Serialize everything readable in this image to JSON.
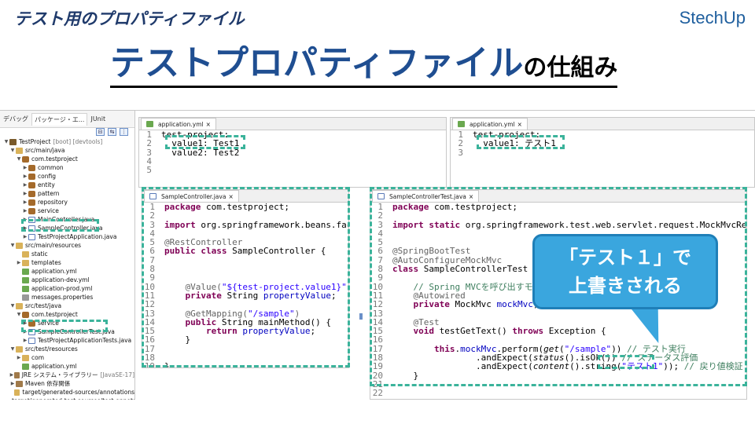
{
  "slide": {
    "subtitle": "テスト用のプロパティファイル",
    "logo": "StechUp",
    "title_main": "テストプロパティファイル",
    "title_suffix": "の仕組み",
    "callout": [
      "「テスト１」で",
      "上書きされる"
    ]
  },
  "explorer": {
    "tabs": [
      {
        "label": "デバッグ"
      },
      {
        "label": "パッケージ・エ...",
        "active": true
      },
      {
        "label": "JUnit"
      }
    ],
    "tree": [
      {
        "indent": 0,
        "arrow": "v",
        "icon": "proj",
        "label": "TestProject",
        "note": "[boot] [devtools]"
      },
      {
        "indent": 1,
        "arrow": "v",
        "icon": "folder",
        "label": "src/main/java"
      },
      {
        "indent": 2,
        "arrow": "v",
        "icon": "pkg",
        "label": "com.testproject"
      },
      {
        "indent": 3,
        "arrow": ">",
        "icon": "pkg",
        "label": "common"
      },
      {
        "indent": 3,
        "arrow": ">",
        "icon": "pkg",
        "label": "config"
      },
      {
        "indent": 3,
        "arrow": ">",
        "icon": "pkg",
        "label": "entity"
      },
      {
        "indent": 3,
        "arrow": ">",
        "icon": "pkg",
        "label": "pattern"
      },
      {
        "indent": 3,
        "arrow": ">",
        "icon": "pkg",
        "label": "repository"
      },
      {
        "indent": 3,
        "arrow": ">",
        "icon": "pkg",
        "label": "service"
      },
      {
        "indent": 3,
        "arrow": ">",
        "icon": "java",
        "label": "MainController.java"
      },
      {
        "indent": 3,
        "arrow": ">",
        "icon": "java",
        "label": "SampleController.java"
      },
      {
        "indent": 3,
        "arrow": ">",
        "icon": "java",
        "label": "TestProjectApplication.java"
      },
      {
        "indent": 1,
        "arrow": "v",
        "icon": "folder",
        "label": "src/main/resources"
      },
      {
        "indent": 2,
        "arrow": "",
        "icon": "folder",
        "label": "static"
      },
      {
        "indent": 2,
        "arrow": ">",
        "icon": "folder",
        "label": "templates"
      },
      {
        "indent": 2,
        "arrow": "",
        "icon": "yml",
        "label": "application.yml"
      },
      {
        "indent": 2,
        "arrow": "",
        "icon": "yml",
        "label": "application-dev.yml"
      },
      {
        "indent": 2,
        "arrow": "",
        "icon": "yml",
        "label": "application-prod.yml"
      },
      {
        "indent": 2,
        "arrow": "",
        "icon": "props",
        "label": "messages.properties"
      },
      {
        "indent": 1,
        "arrow": "v",
        "icon": "folder",
        "label": "src/test/java"
      },
      {
        "indent": 2,
        "arrow": "v",
        "icon": "pkg",
        "label": "com.testproject"
      },
      {
        "indent": 3,
        "arrow": ">",
        "icon": "pkg",
        "label": "service"
      },
      {
        "indent": 3,
        "arrow": ">",
        "icon": "java",
        "label": "SampleControllerTest.java"
      },
      {
        "indent": 3,
        "arrow": ">",
        "icon": "java",
        "label": "TestProjectApplicationTests.java"
      },
      {
        "indent": 1,
        "arrow": "v",
        "icon": "folder",
        "label": "src/test/resources"
      },
      {
        "indent": 2,
        "arrow": ">",
        "icon": "folder",
        "label": "com"
      },
      {
        "indent": 2,
        "arrow": "",
        "icon": "yml",
        "label": "application.yml"
      },
      {
        "indent": 1,
        "arrow": ">",
        "icon": "lib",
        "label": "JRE システム・ライブラリー",
        "note": "[JavaSE-17]"
      },
      {
        "indent": 1,
        "arrow": ">",
        "icon": "lib",
        "label": "Maven 依存関係"
      },
      {
        "indent": 1,
        "arrow": "",
        "icon": "folder",
        "label": "target/generated-sources/annotations"
      },
      {
        "indent": 1,
        "arrow": "",
        "icon": "folder",
        "label": "target/generated-test-sources/test-annotations"
      }
    ]
  },
  "editors": {
    "main_yml": {
      "tab": "application.yml",
      "lines": [
        [
          {
            "t": "test-project:",
            "c": "yaml-key"
          }
        ],
        [
          {
            "t": "  value1: Test1",
            "c": "yaml-key"
          }
        ],
        [
          {
            "t": "  value2: Test2",
            "c": "yaml-key"
          }
        ],
        [],
        []
      ]
    },
    "test_yml": {
      "tab": "application.yml",
      "lines": [
        [
          {
            "t": "test-project:",
            "c": "yaml-key"
          }
        ],
        [
          {
            "t": "  value1: テスト1",
            "c": "yaml-key"
          }
        ],
        []
      ]
    },
    "controller": {
      "tab": "SampleController.java",
      "lines": [
        [
          {
            "t": "package",
            "c": "kw"
          },
          {
            "t": " com.testproject;"
          }
        ],
        [],
        [
          {
            "t": "import",
            "c": "kw"
          },
          {
            "t": " org.springframework.beans.factory.annotation.Value;"
          }
        ],
        [],
        [
          {
            "t": "@RestController",
            "c": "an"
          }
        ],
        [
          {
            "t": "public",
            "c": "kw"
          },
          {
            "t": " "
          },
          {
            "t": "class",
            "c": "kw"
          },
          {
            "t": " SampleController {"
          }
        ],
        [],
        [],
        [],
        [
          {
            "t": "    "
          },
          {
            "t": "@Value(",
            "c": "an"
          },
          {
            "t": "\"${test-project.value1}\"",
            "c": "str"
          },
          {
            "t": ")",
            "c": "an"
          }
        ],
        [
          {
            "t": "    "
          },
          {
            "t": "private",
            "c": "kw"
          },
          {
            "t": " String "
          },
          {
            "t": "propertyValue",
            "c": "fd"
          },
          {
            "t": ";"
          }
        ],
        [],
        [
          {
            "t": "    "
          },
          {
            "t": "@GetMapping(",
            "c": "an"
          },
          {
            "t": "\"/sample\"",
            "c": "str"
          },
          {
            "t": ")",
            "c": "an"
          }
        ],
        [
          {
            "t": "    "
          },
          {
            "t": "public",
            "c": "kw"
          },
          {
            "t": " String mainMethod() {"
          }
        ],
        [
          {
            "t": "        "
          },
          {
            "t": "return",
            "c": "kw"
          },
          {
            "t": " "
          },
          {
            "t": "propertyValue",
            "c": "fd"
          },
          {
            "t": ";"
          }
        ],
        [
          {
            "t": "    }"
          }
        ],
        [],
        [],
        [
          {
            "t": "}"
          }
        ],
        []
      ]
    },
    "test": {
      "tab": "SampleControllerTest.java",
      "lines": [
        [
          {
            "t": "package",
            "c": "kw"
          },
          {
            "t": " com.testproject;"
          }
        ],
        [],
        [
          {
            "t": "import",
            "c": "kw"
          },
          {
            "t": " "
          },
          {
            "t": "static",
            "c": "kw"
          },
          {
            "t": " org.springframework.test.web.servlet.request.MockMvcRequestBuilders.*;"
          }
        ],
        [],
        [],
        [
          {
            "t": "@SpringBootTest",
            "c": "an"
          }
        ],
        [
          {
            "t": "@AutoConfigureMockMvc",
            "c": "an"
          }
        ],
        [
          {
            "t": "class",
            "c": "kw"
          },
          {
            "t": " SampleControllerTest {"
          }
        ],
        [],
        [
          {
            "t": "    "
          },
          {
            "t": "// Spring MVCを呼び出すモック",
            "c": "cm"
          }
        ],
        [
          {
            "t": "    "
          },
          {
            "t": "@Autowired",
            "c": "an"
          }
        ],
        [
          {
            "t": "    "
          },
          {
            "t": "private",
            "c": "kw"
          },
          {
            "t": " MockMvc "
          },
          {
            "t": "mockMvc",
            "c": "fd"
          },
          {
            "t": ";"
          }
        ],
        [],
        [
          {
            "t": "    "
          },
          {
            "t": "@Test",
            "c": "an"
          }
        ],
        [
          {
            "t": "    "
          },
          {
            "t": "void",
            "c": "kw"
          },
          {
            "t": " testGetText() "
          },
          {
            "t": "throws",
            "c": "kw"
          },
          {
            "t": " Exception {"
          }
        ],
        [],
        [
          {
            "t": "        "
          },
          {
            "t": "this",
            "c": "kw"
          },
          {
            "t": "."
          },
          {
            "t": "mockMvc",
            "c": "fd"
          },
          {
            "t": ".perform("
          },
          {
            "t": "get",
            "c": "it"
          },
          {
            "t": "("
          },
          {
            "t": "\"/sample\"",
            "c": "str"
          },
          {
            "t": ")) "
          },
          {
            "t": "// テスト実行",
            "c": "cm"
          }
        ],
        [
          {
            "t": "                .andExpect("
          },
          {
            "t": "status",
            "c": "it"
          },
          {
            "t": "().isOk()) "
          },
          {
            "t": "// ステータス評価",
            "c": "cm"
          }
        ],
        [
          {
            "t": "                .andExpect("
          },
          {
            "t": "content",
            "c": "it"
          },
          {
            "t": "().string("
          },
          {
            "t": "\"テスト1\"",
            "c": "str"
          },
          {
            "t": ")); "
          },
          {
            "t": "// 戻り値検証",
            "c": "cm"
          }
        ],
        [
          {
            "t": "    }"
          }
        ],
        [],
        [],
        [
          {
            "t": "}"
          }
        ],
        []
      ]
    }
  }
}
